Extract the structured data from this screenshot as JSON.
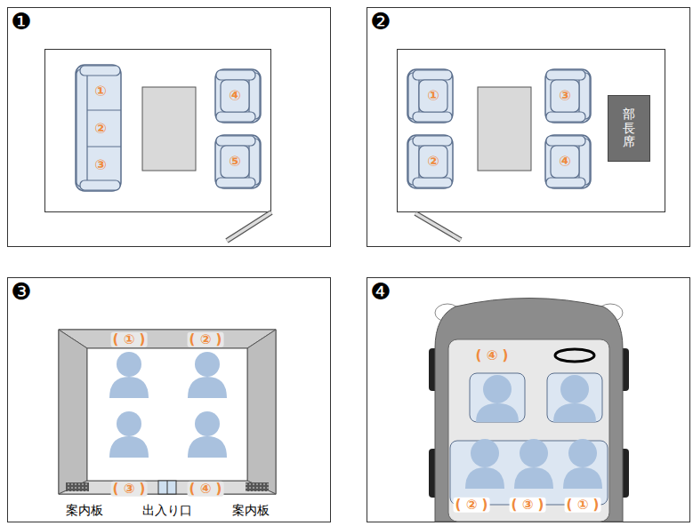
{
  "diagram": {
    "nodes": [
      {
        "text": [
          "部長席"
        ]
      }
    ],
    "labels": [
      "❶",
      "①",
      "②",
      "③",
      "④",
      "⑤",
      "❷",
      "①",
      "②",
      "③",
      "④",
      "❸",
      "( ① )",
      "( ② )",
      "( ③ )",
      "( ④ )",
      "案内板",
      "出入り口",
      "案内板",
      "❹",
      "( ④ )",
      "( ② )",
      "( ③ )",
      "( ① )"
    ]
  }
}
